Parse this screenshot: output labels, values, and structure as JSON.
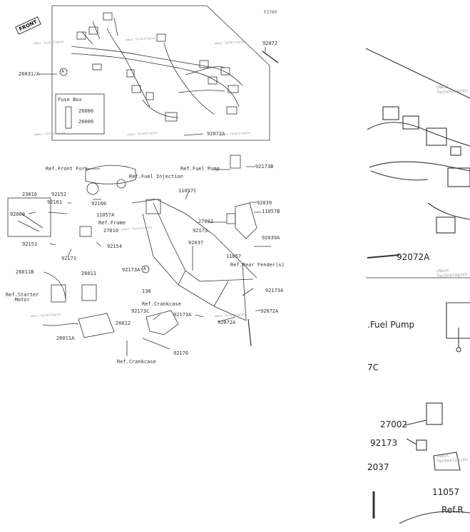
{
  "figure_code": "F2760",
  "front_badge": "FRONT",
  "fuse_box": {
    "title": "Fuse Box",
    "item_a": "26006",
    "item_b": "26006"
  },
  "callouts": {
    "harness": "26031/A",
    "p92072": "92072",
    "p92072A_a": "92072A",
    "ref_front_fork": "Ref.Front Fork",
    "ref_fuel_pump": "Ref.Fuel Pump",
    "p92173B": "92173B",
    "ref_fuel_injection": "Ref.Fuel Injection",
    "p11057C": "11057C",
    "p23016": "23016",
    "p92152": "92152",
    "p92161": "92161",
    "p92160": "92160",
    "p92069": "92069",
    "p11057A": "11057A",
    "ref_frame": "Ref.Frame",
    "p27010": "27010",
    "p92153": "92153",
    "p92154": "92154",
    "p92173_a": "92173",
    "p92039": "92039",
    "p11057B": "11057B",
    "p27002": "27002",
    "p92173_b": "92173",
    "p92039A": "92039A",
    "p92037": "92037",
    "p11057": "11057",
    "ref_rear_fender": "Ref.Rear Fender(s)",
    "p92173A_a": "92173A",
    "p130": "130",
    "p26011B": "26011B",
    "p26011": "26011",
    "ref_starter_motor": "Ref.Starter\nMotor",
    "ref_crankcase_a": "Ref.Crankcase",
    "p92173C": "92173C",
    "p92173A_b": "92173A",
    "p92173A_c": "92173A",
    "p92072A_b": "92072A",
    "p92072A_c": "92072A",
    "p26012": "26012",
    "p26011A": "26011A",
    "p92170": "92170",
    "ref_crankcase_b": "Ref.Crankcase",
    "circle_a": "A"
  },
  "zoom": {
    "p92072A": "92072A",
    "fuel_pump": ".Fuel Pump",
    "frag_7c": "7C",
    "p27002": "27002",
    "p92173": "92173",
    "p2037": "2037",
    "p11057": "11057",
    "ref_r": "Ref.R"
  },
  "watermark": "vNext Technologies"
}
